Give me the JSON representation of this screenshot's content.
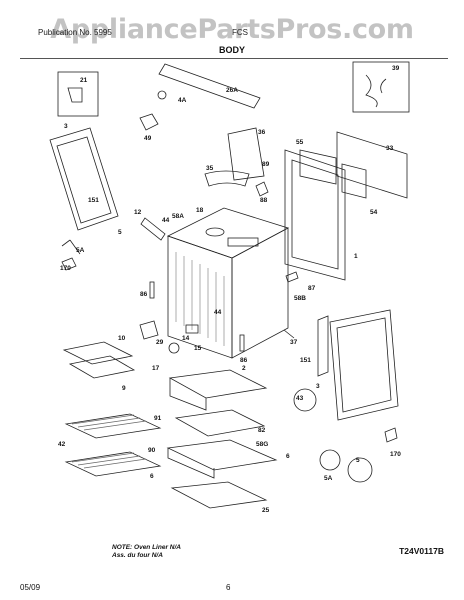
{
  "watermark": "AppliancePartsPros.com",
  "header": {
    "left": "Publication No. 5995",
    "right": "FCS"
  },
  "title": "BODY",
  "parts": [
    "21",
    "26A",
    "39",
    "3",
    "4A",
    "49",
    "36",
    "55",
    "33",
    "151",
    "35",
    "89",
    "88",
    "54",
    "12",
    "44",
    "18",
    "58A",
    "1",
    "5A",
    "170",
    "5",
    "86",
    "87",
    "58B",
    "44",
    "29",
    "14",
    "15",
    "37",
    "10",
    "86",
    "151",
    "9",
    "17",
    "2",
    "3",
    "43",
    "91",
    "82",
    "58G",
    "90",
    "6",
    "42",
    "6",
    "5",
    "5A",
    "170",
    "25"
  ],
  "note_line1": "NOTE: Oven Liner N/A",
  "note_line2": "Ass. du four N/A",
  "diagram_code": "T24V0117B",
  "footer_date": "05/09",
  "page_number": "6"
}
